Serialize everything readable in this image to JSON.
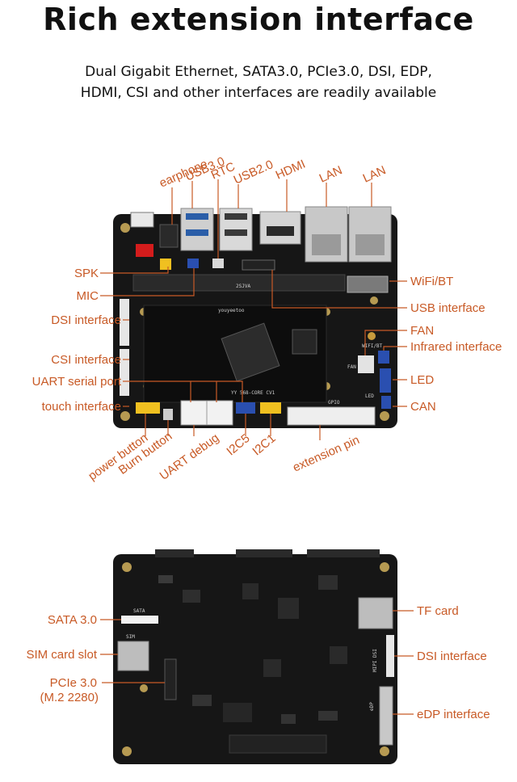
{
  "header": {
    "title": "Rich extension interface",
    "subtitle_line1": "Dual Gigabit Ethernet, SATA3.0, PCIe3.0, DSI, EDP,",
    "subtitle_line2": "HDMI, CSI and other interfaces are readily available"
  },
  "top_board": {
    "top_labels": {
      "earphone": "earphone",
      "usb30": "USB3.0",
      "rtc": "RTC",
      "usb20": "USB2.0",
      "hdmi": "HDMI",
      "lan1": "LAN",
      "lan2": "LAN"
    },
    "left_labels": {
      "spk": "SPK",
      "mic": "MIC",
      "dsi": "DSI interface",
      "csi": "CSI interface",
      "uart": "UART serial port",
      "touch": "touch interface"
    },
    "right_labels": {
      "wifi": "WiFi/BT",
      "usb": "USB interface",
      "fan": "FAN",
      "ir": "Infrared interface",
      "led": "LED",
      "can": "CAN"
    },
    "bottom_labels": {
      "power": "power button",
      "burn": "Burn button",
      "uart_debug": "UART debug",
      "i2c5": "I2C5",
      "i2c1": "I2C1",
      "ext": "extension pin"
    },
    "silkscreen": {
      "core": "YY 568-CORE CV1",
      "brand": "youyeetoo",
      "ddr": "2SJVA",
      "wifibt": "WIFI/BT",
      "gpio": "GPIO",
      "fan": "FAN",
      "led": "LED"
    }
  },
  "bottom_board": {
    "labels": {
      "sata": "SATA 3.0",
      "sim": "SIM card slot",
      "pcie": "PCIe 3.0",
      "pcie_sub": "(M.2 2280)",
      "tf": "TF card",
      "dsi": "DSI interface",
      "edp": "eDP interface"
    },
    "silkscreen": {
      "sata": "SATA",
      "sim": "SIM",
      "mipi": "MIPI DSI",
      "edp": "eDP"
    }
  },
  "colors": {
    "accent": "#c85a26",
    "board": "#161616",
    "title": "#111111"
  }
}
